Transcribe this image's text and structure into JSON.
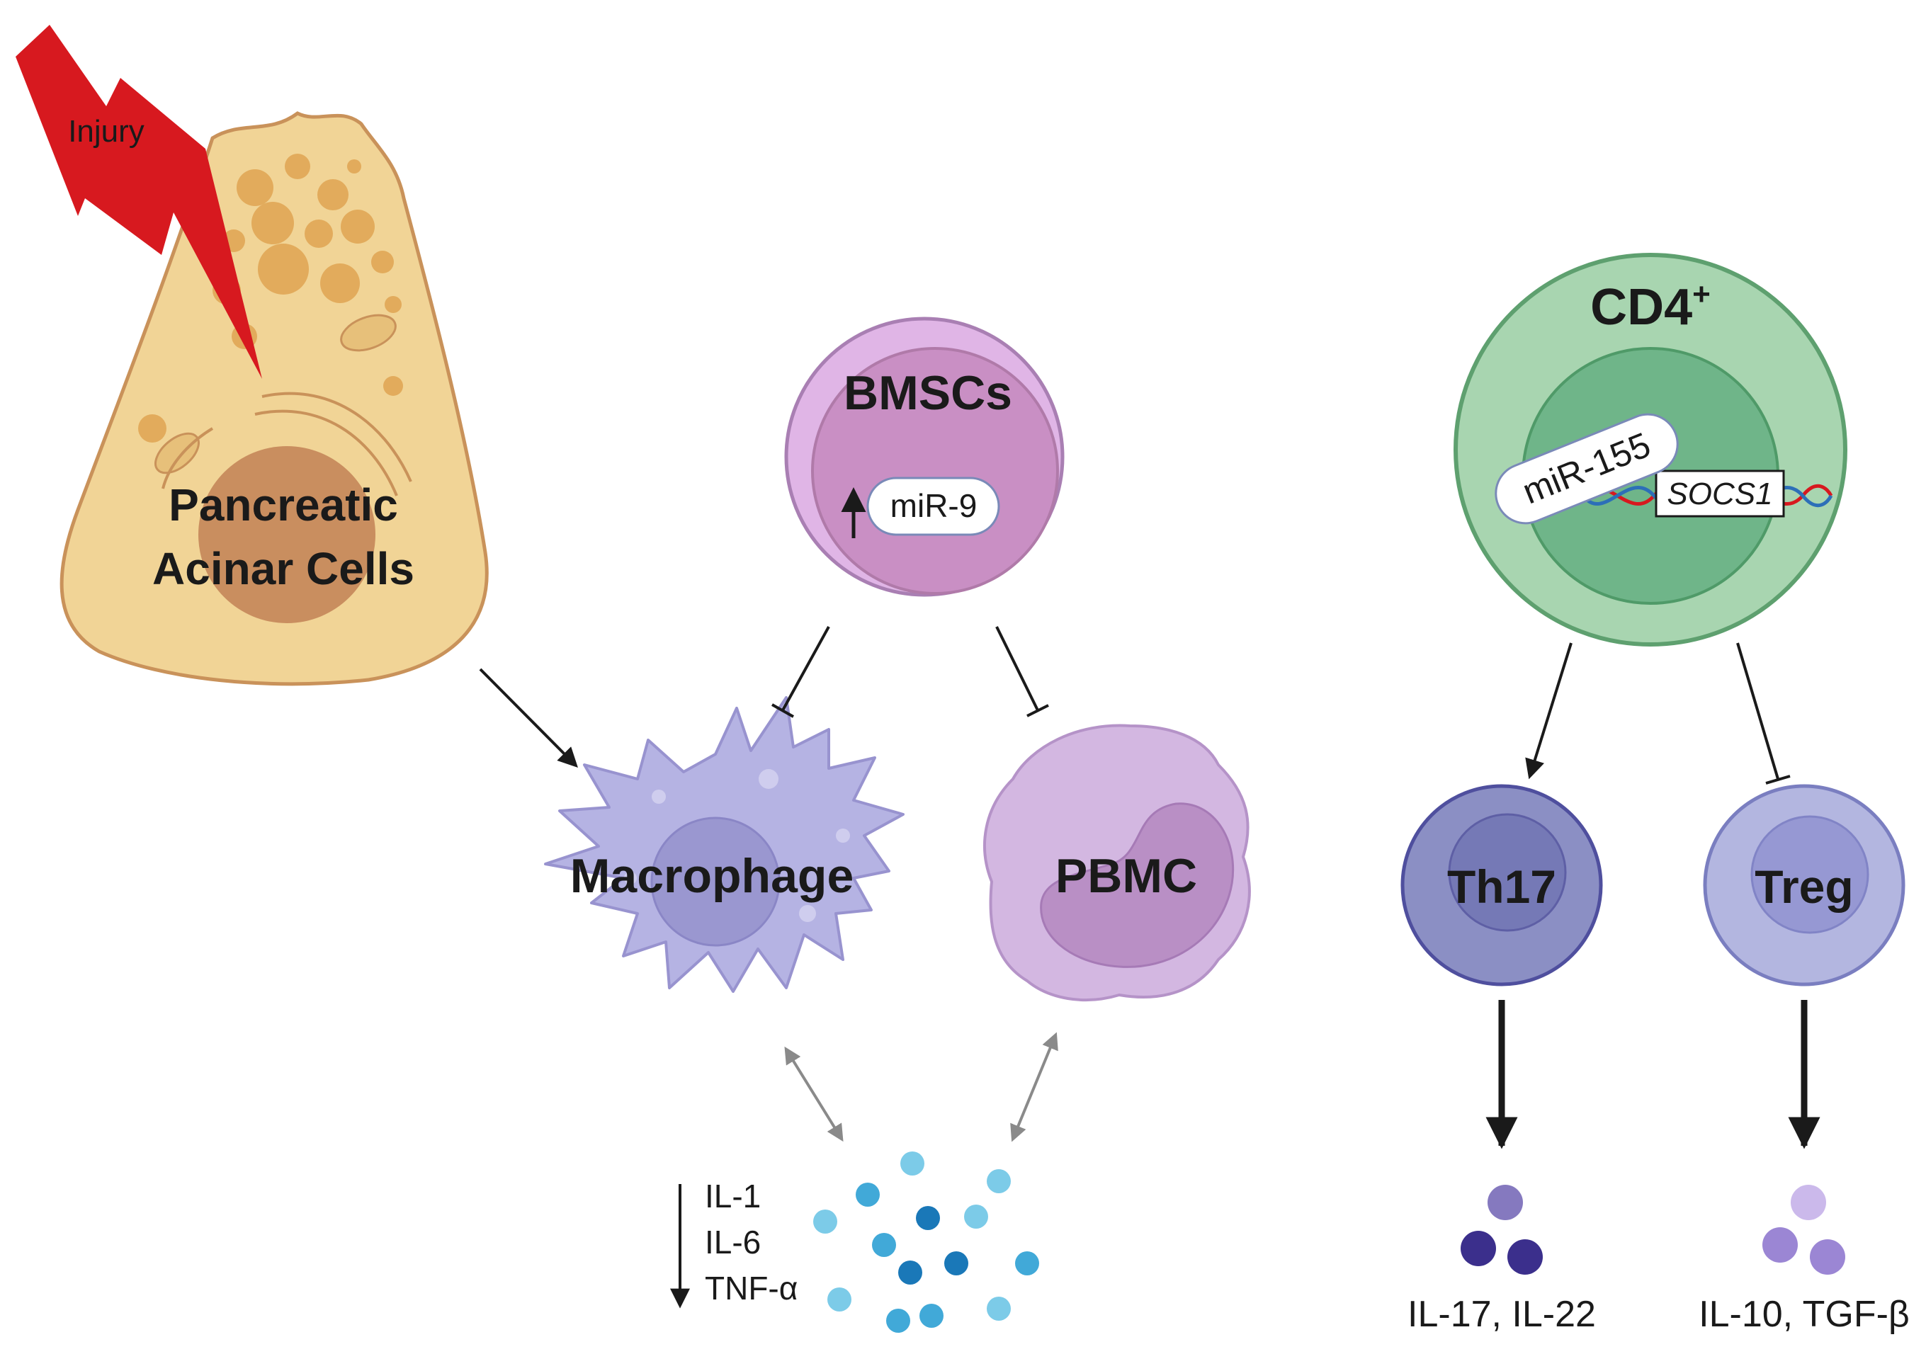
{
  "injury": {
    "label": "Injury"
  },
  "acinar": {
    "line1": "Pancreatic",
    "line2": "Acinar Cells"
  },
  "bmscs": {
    "label": "BMSCs",
    "mirna": "miR-9",
    "mirna_direction": "up"
  },
  "macrophage": {
    "label": "Macrophage"
  },
  "pbmc": {
    "label": "PBMC"
  },
  "cytokines_down": {
    "direction": "down",
    "items": [
      "IL-1",
      "IL-6",
      "TNF-α"
    ]
  },
  "cd4": {
    "label": "CD4",
    "superscript": "+",
    "mirna": "miR-155",
    "gene": "SOCS1"
  },
  "th17": {
    "label": "Th17",
    "products": "IL-17, IL-22"
  },
  "treg": {
    "label": "Treg",
    "products": "IL-10, TGF-β"
  },
  "colors": {
    "injury_bolt": "#d7191f",
    "acinar_body": "#f1d496",
    "acinar_nucleus": "#c98e5f",
    "bmsc_outer": "#e0b5e6",
    "bmsc_inner": "#c98fc4",
    "macrophage": "#b5b3e3",
    "pbmc": "#d3b7e1",
    "cd4_outer": "#a8d5b0",
    "cd4_inner": "#6fb589",
    "th17": "#8b8fc4",
    "treg": "#b3b6e0",
    "cytokine_blue": "#41a9d8",
    "th17_product": "#3b2f8c",
    "treg_product": "#9b86d4",
    "arrow_black": "#1a1a1a",
    "arrow_gray": "#8a8a8a"
  },
  "edges": [
    {
      "from": "acinar",
      "to": "macrophage",
      "type": "activates"
    },
    {
      "from": "bmscs",
      "to": "macrophage",
      "type": "inhibits"
    },
    {
      "from": "bmscs",
      "to": "pbmc",
      "type": "inhibits"
    },
    {
      "from": "macrophage",
      "to": "cytokines",
      "type": "bidirectional"
    },
    {
      "from": "pbmc",
      "to": "cytokines",
      "type": "bidirectional"
    },
    {
      "from": "cd4",
      "to": "th17",
      "type": "activates"
    },
    {
      "from": "cd4",
      "to": "treg",
      "type": "inhibits"
    },
    {
      "from": "th17",
      "to": "th17_products",
      "type": "activates"
    },
    {
      "from": "treg",
      "to": "treg_products",
      "type": "activates"
    }
  ]
}
